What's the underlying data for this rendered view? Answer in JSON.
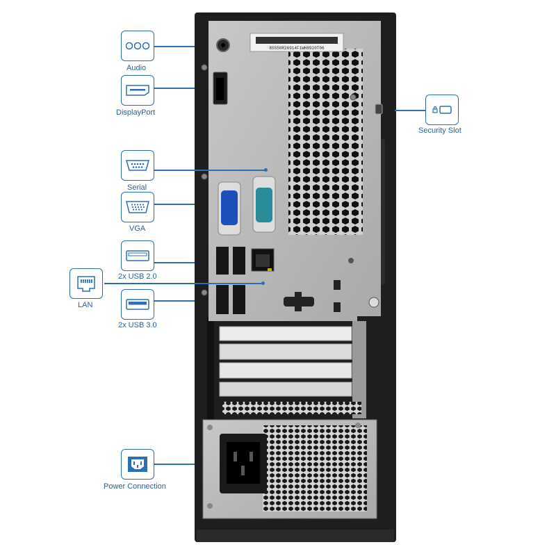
{
  "callouts": {
    "audio": "Audio",
    "displayport": "DisplayPort",
    "serial": "Serial",
    "vga": "VGA",
    "usb2": "2x USB 2.0",
    "lan": "LAN",
    "usb3": "2x USB 3.0",
    "power": "Power Connection",
    "security": "Security Slot"
  },
  "serial_sticker": "8SS50R26914F1WH8920T06",
  "colors": {
    "accent": "#2d6fb3",
    "case": "#222222",
    "panel": "#b9b9b9",
    "vga_port": "#1f4fb8",
    "serial_port": "#2a8b9a"
  }
}
